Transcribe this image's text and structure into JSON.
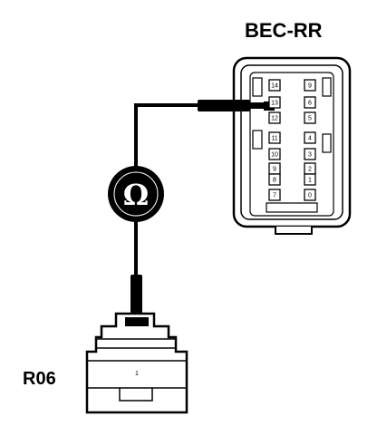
{
  "connectors": {
    "bec_rr": {
      "label": "BEC-RR"
    },
    "r06": {
      "label": "R06",
      "pin_label": "1"
    }
  },
  "meter": {
    "symbol": "Ω",
    "icon": "ohmmeter-icon"
  },
  "bec_rr_pin_labels": [
    "14",
    "9",
    "13",
    "6",
    "12",
    "5",
    "11",
    "4",
    "10",
    "3",
    "9",
    "2",
    "8",
    "1",
    "7",
    "0"
  ],
  "colors": {
    "ink": "#000000",
    "paper": "#ffffff"
  }
}
